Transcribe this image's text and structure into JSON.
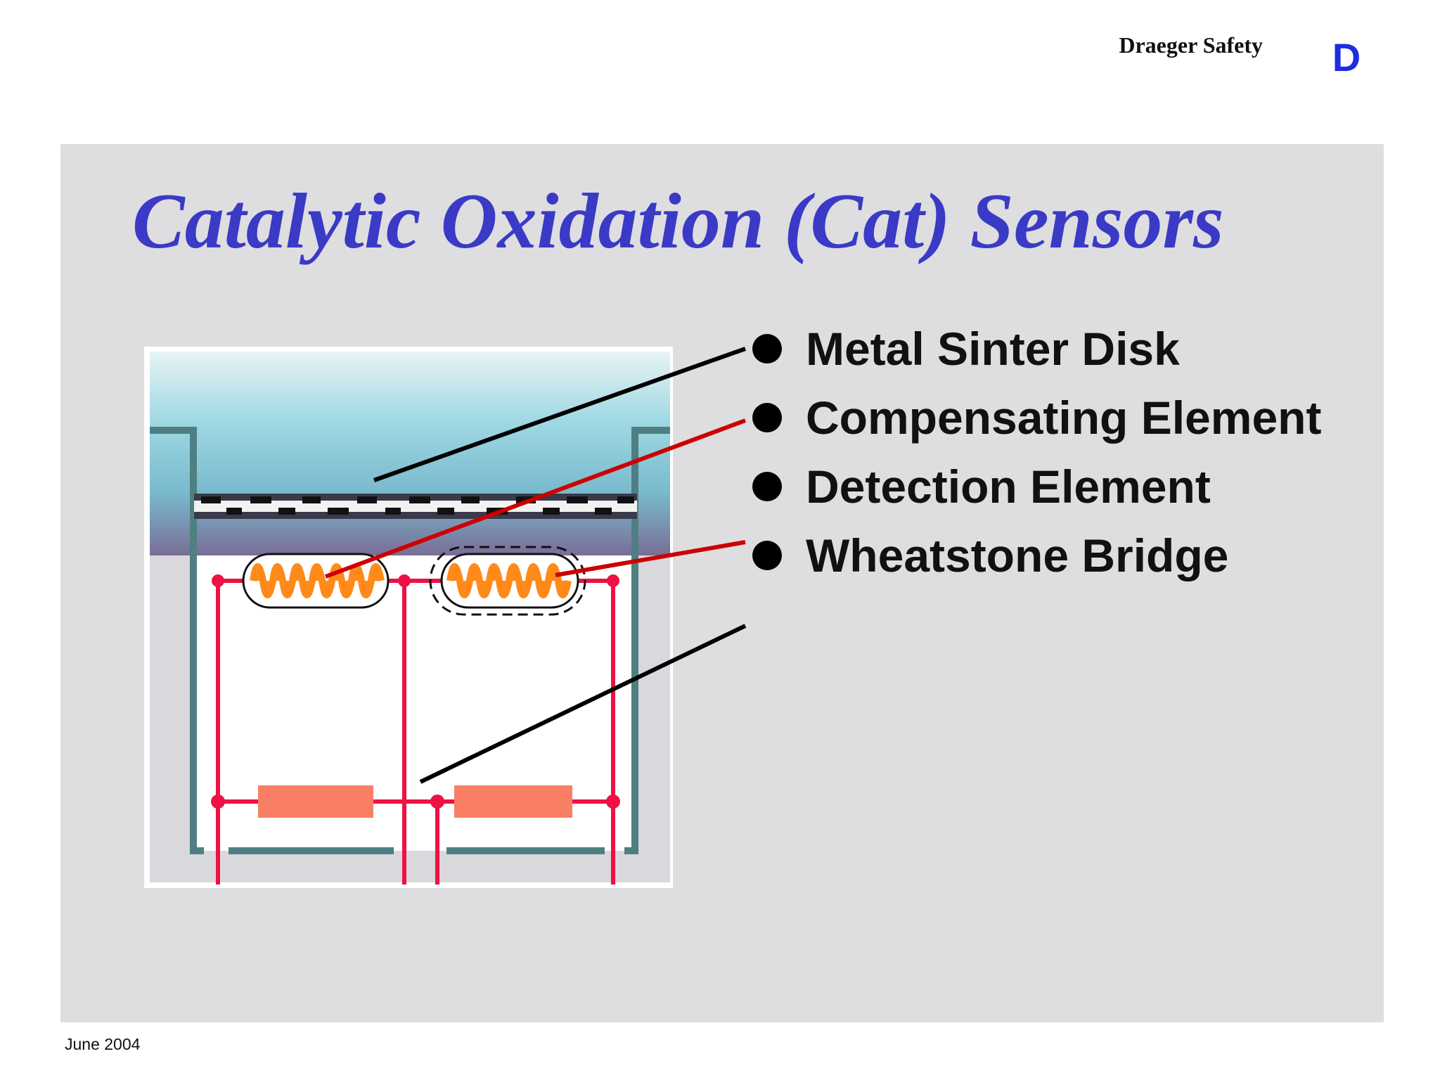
{
  "header": {
    "brand_name": "Draeger Safety",
    "logo_letter": "D"
  },
  "slide": {
    "title": "Catalytic Oxidation (Cat) Sensors",
    "bullets": [
      {
        "label": "Metal Sinter Disk",
        "leader_color": "#000000"
      },
      {
        "label": "Compensating Element",
        "leader_color": "#cc0000"
      },
      {
        "label": "Detection Element",
        "leader_color": "#cc0000"
      },
      {
        "label": "Wheatstone Bridge",
        "leader_color": "#000000"
      }
    ]
  },
  "footer": {
    "date": "June 2004"
  },
  "colors": {
    "title": "#3a3ac6",
    "logo": "#1f2de0",
    "panel": "#dedde0",
    "circuit": "#ee1144",
    "element_glow": "#ff8a1a",
    "resistor": "#f97e66",
    "housing": "#4f7f82"
  }
}
